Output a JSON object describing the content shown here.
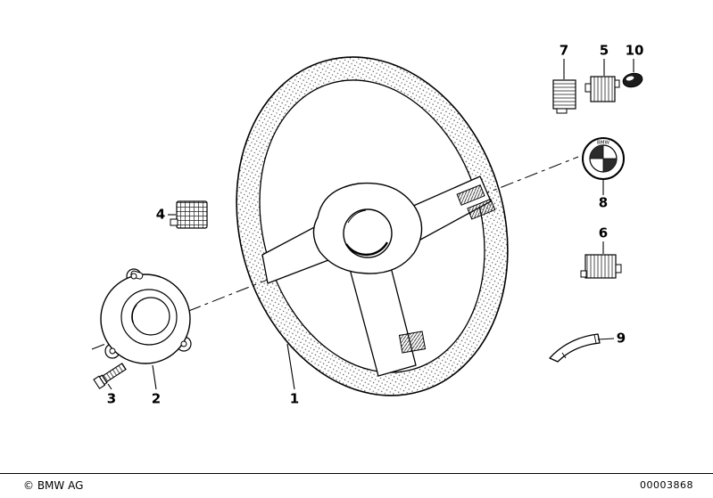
{
  "callouts": {
    "c1": "1",
    "c2": "2",
    "c3": "3",
    "c4": "4",
    "c5": "5",
    "c6": "6",
    "c7": "7",
    "c8": "8",
    "c9": "9",
    "c10": "10"
  },
  "emblem": {
    "text": "BMW"
  },
  "footer": {
    "copyright": "© BMW AG",
    "document_number": "00003868"
  },
  "colors": {
    "line": "#000000",
    "background": "#ffffff"
  }
}
